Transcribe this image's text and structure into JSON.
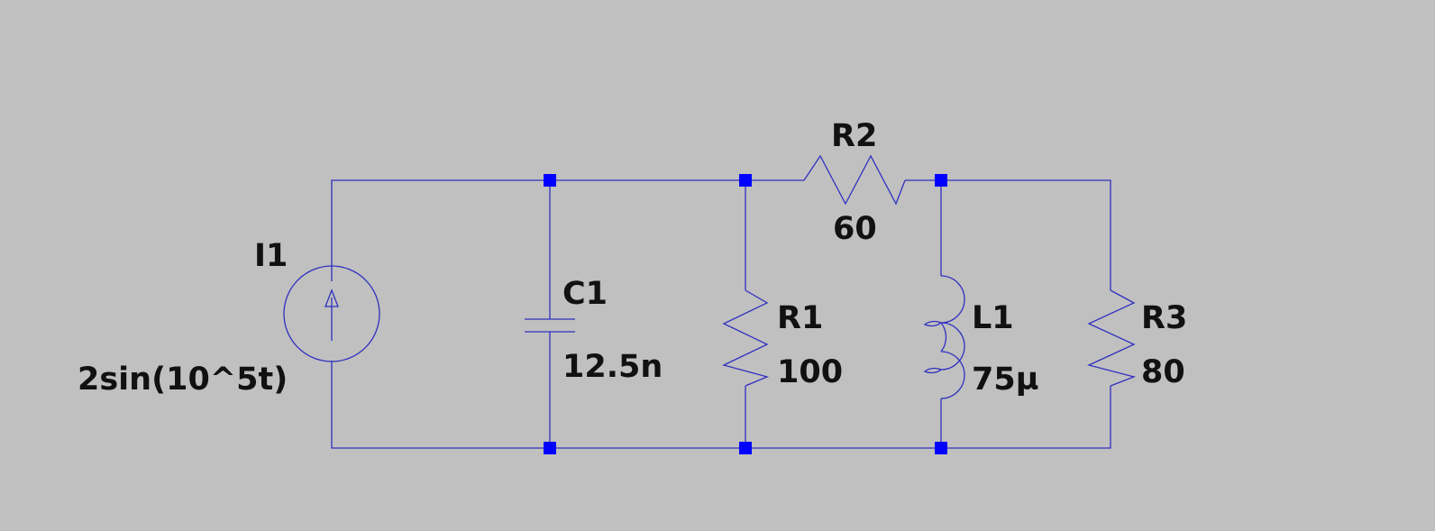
{
  "schematic": {
    "wire_color": "#3030c0",
    "node_color": "#0000ff",
    "background": "#c0c0c0",
    "components": {
      "I1": {
        "type": "current-source",
        "name": "I1",
        "value": "2sin(10^5t)"
      },
      "C1": {
        "type": "capacitor",
        "name": "C1",
        "value": "12.5n"
      },
      "R1": {
        "type": "resistor",
        "name": "R1",
        "value": "100"
      },
      "R2": {
        "type": "resistor",
        "name": "R2",
        "value": "60"
      },
      "L1": {
        "type": "inductor",
        "name": "L1",
        "value": "75µ"
      },
      "R3": {
        "type": "resistor",
        "name": "R3",
        "value": "80"
      }
    }
  }
}
